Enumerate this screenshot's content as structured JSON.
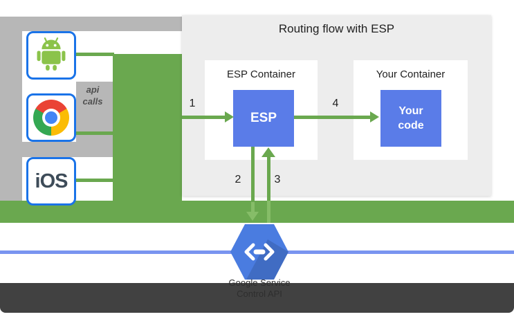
{
  "diagram": {
    "title": "Routing flow with ESP",
    "clients": {
      "android": {
        "name": "Android client",
        "icon": "android-robot-icon"
      },
      "chrome": {
        "name": "Chrome browser client",
        "icon": "chrome-browser-icon"
      },
      "ios": {
        "name": "iOS client",
        "label": "iOS"
      }
    },
    "api_calls_label": {
      "line1": "api",
      "line2": "calls"
    },
    "esp_container": {
      "title": "ESP Container",
      "box_label": "ESP"
    },
    "your_container": {
      "title": "Your Container",
      "box_line1": "Your",
      "box_line2": "code"
    },
    "steps": {
      "s1": "1",
      "s2": "2",
      "s3": "3",
      "s4": "4"
    },
    "endpoints": {
      "icon": "cloud-endpoints-hexagon-icon",
      "label_line1": "Google Service",
      "label_line2": "Control API"
    },
    "colors": {
      "green": "#6aa84f",
      "green_light": "#86bd68",
      "gray": "#b7b7b7",
      "panel_bg": "#ededed",
      "esp_blue": "#5a7ce8",
      "hexagon_blue": "#4a7ce0",
      "line_blue": "#7994f0",
      "dark_bar": "#414141",
      "client_border_blue": "#1a73e8"
    }
  }
}
